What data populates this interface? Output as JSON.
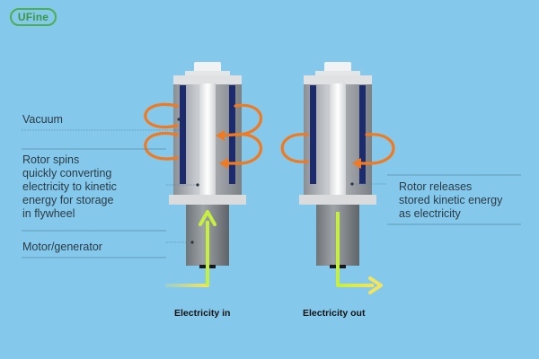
{
  "brand": {
    "logo_text": "UFine"
  },
  "labels": {
    "vacuum": "Vacuum",
    "rotor_spins_lines": [
      "Rotor spins",
      "quickly converting",
      "electricity to kinetic",
      "energy for storage",
      "in flywheel"
    ],
    "motor_generator": "Motor/generator",
    "rotor_releases_lines": [
      "Rotor releases",
      "stored kinetic energy",
      "as electricity"
    ]
  },
  "captions": {
    "left": "Electricity in",
    "right": "Electricity out"
  },
  "colors": {
    "background": "#84c9ec",
    "arrow_orange": "#f07a21",
    "electric_green": "#c6ef3e",
    "electric_yellow": "#f3e45c",
    "magnet_navy": "#1c2a6e",
    "leader_line": "#5a8aa6"
  }
}
